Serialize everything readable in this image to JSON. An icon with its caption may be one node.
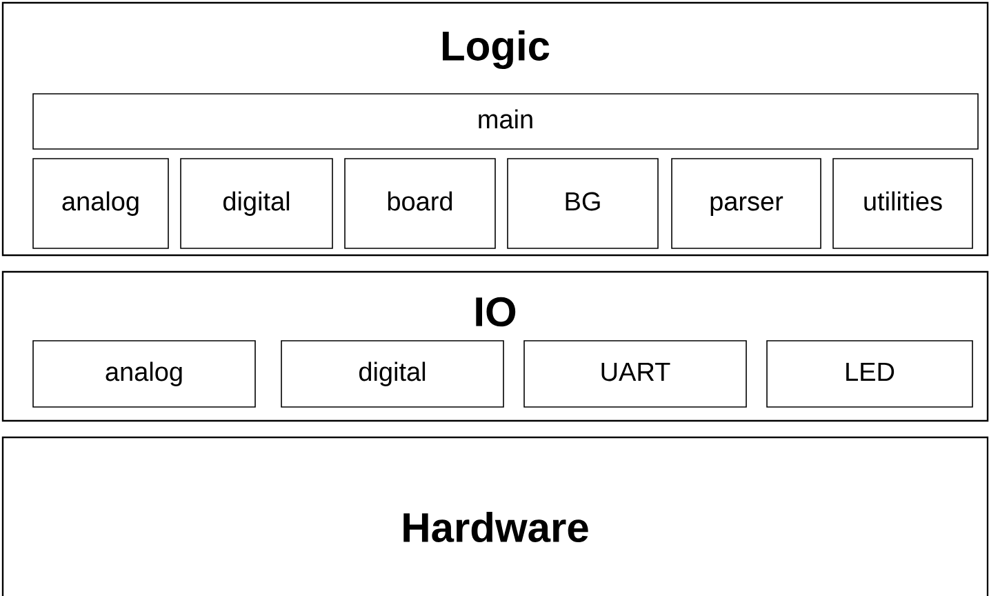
{
  "diagram": {
    "nodes": [
      {
        "text": [
          "Logic"
        ]
      },
      {
        "text": [
          "main"
        ],
        "in": 0
      },
      {
        "text": [
          "analog"
        ],
        "in": 0
      },
      {
        "text": [
          "digital"
        ],
        "in": 0
      },
      {
        "text": [
          "board"
        ],
        "in": 0
      },
      {
        "text": [
          "BG"
        ],
        "in": 0
      },
      {
        "text": [
          "parser"
        ],
        "in": 0
      },
      {
        "text": [
          "utilities"
        ],
        "in": 0
      },
      {
        "text": [
          "IO"
        ]
      },
      {
        "text": [
          "analog"
        ],
        "in": 8
      },
      {
        "text": [
          "digital"
        ],
        "in": 8
      },
      {
        "text": [
          "UART"
        ],
        "in": 8
      },
      {
        "text": [
          "LED"
        ],
        "in": 8
      },
      {
        "text": [
          "Hardware"
        ]
      }
    ]
  }
}
